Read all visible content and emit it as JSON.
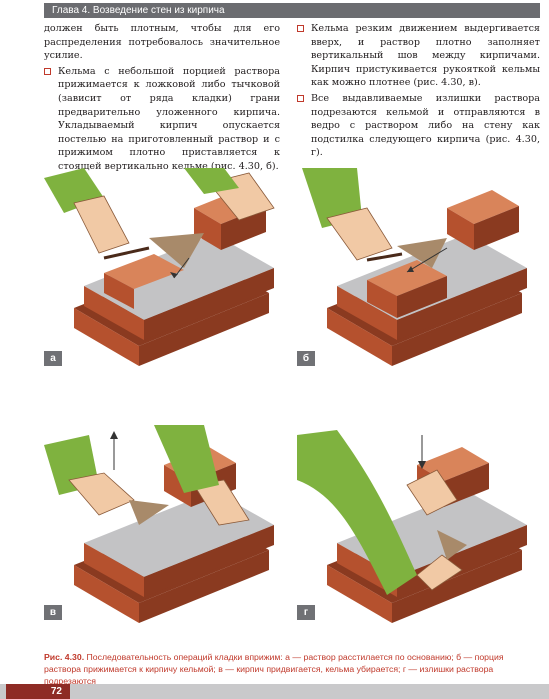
{
  "header": {
    "chapter_title": "Глава 4. Возведение стен из кирпича"
  },
  "left_column": {
    "p0": "должен быть плотным, чтобы для его распределения потребовалось значительное усилие.",
    "p1": "Кельма с небольшой порцией раствора прижимается к ложковой либо тычковой (зависит от ряда кладки) грани предварительно уложенного кирпича. Укладываемый кирпич опускается постелью на приготовленный раствор и с прижимом плотно приставляется к стоящей вертикально кельме (рис. 4.30, б)."
  },
  "right_column": {
    "p0": "Кельма резким движением выдергивается вверх, и раствор плотно заполняет вертикальный шов между кирпичами. Кирпич пристукивается рукояткой кельмы как можно плотнее (рис. 4.30, в).",
    "p1": "Все выдавливаемые излишки раствора подрезаются кельмой и отправляются в ведро с раствором либо на стену как подстилка следующего кирпича (рис. 4.30, г)."
  },
  "figures": {
    "a": {
      "label": "а"
    },
    "b": {
      "label": "б"
    },
    "v": {
      "label": "в"
    },
    "g": {
      "label": "г"
    }
  },
  "caption": {
    "num": "Рис. 4.30.",
    "text": " Последовательность операций кладки вприжим: а — раствор расстилается по основанию; б — порция раствора прижимается к кирпичу кельмой; в — кирпич придвигается, кельма убирается; г — излишки раствора подрезаются"
  },
  "footer": {
    "page_number": "72"
  },
  "colors": {
    "brick": "#b5512e",
    "brick_top": "#d9845a",
    "brick_side": "#8a3a20",
    "mortar": "#c3c3c5",
    "skin": "#f1c9a5",
    "sleeve": "#7fb23f",
    "accent": "#c0392b"
  }
}
